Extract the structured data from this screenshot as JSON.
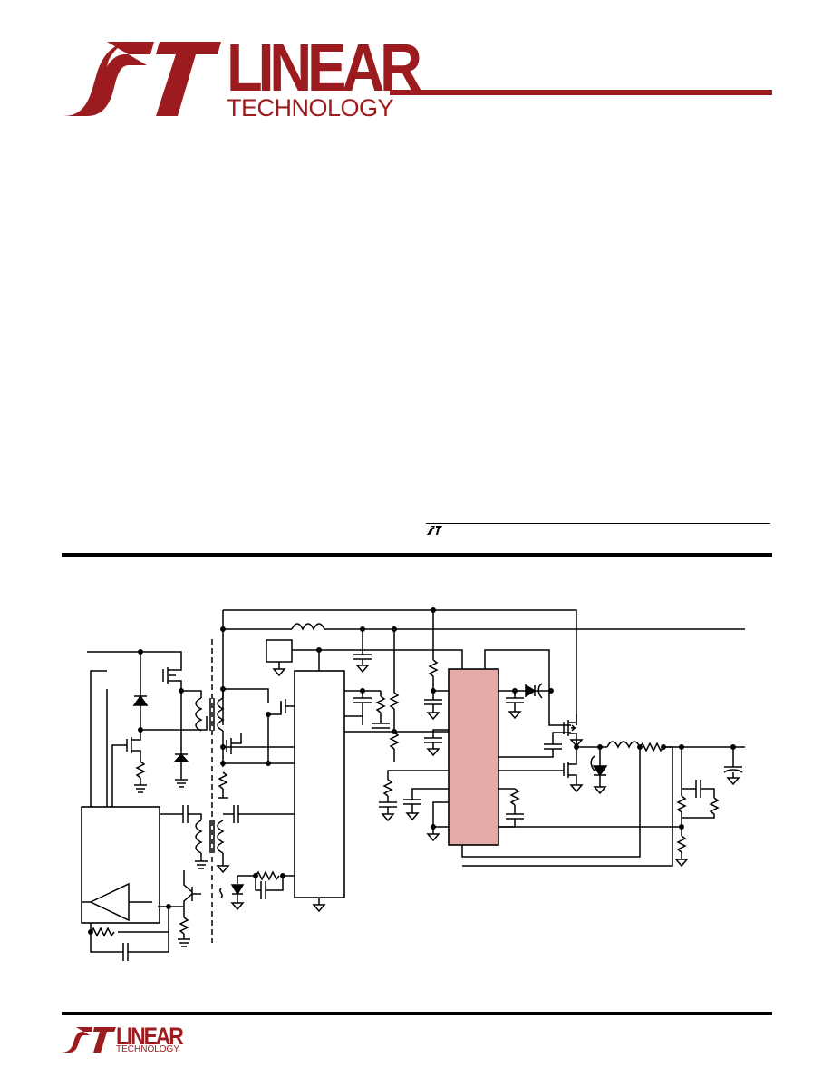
{
  "header": {
    "logo_word_top": "LINEAR",
    "logo_word_bottom": "TECHNOLOGY",
    "brand_color": "#9b1b1e"
  },
  "footer": {
    "logo_word_top": "LINEAR",
    "logo_word_bottom": "TECHNOLOGY"
  },
  "schematic": {
    "ic_fill": "#e3aaa8",
    "line_color": "#000000"
  }
}
